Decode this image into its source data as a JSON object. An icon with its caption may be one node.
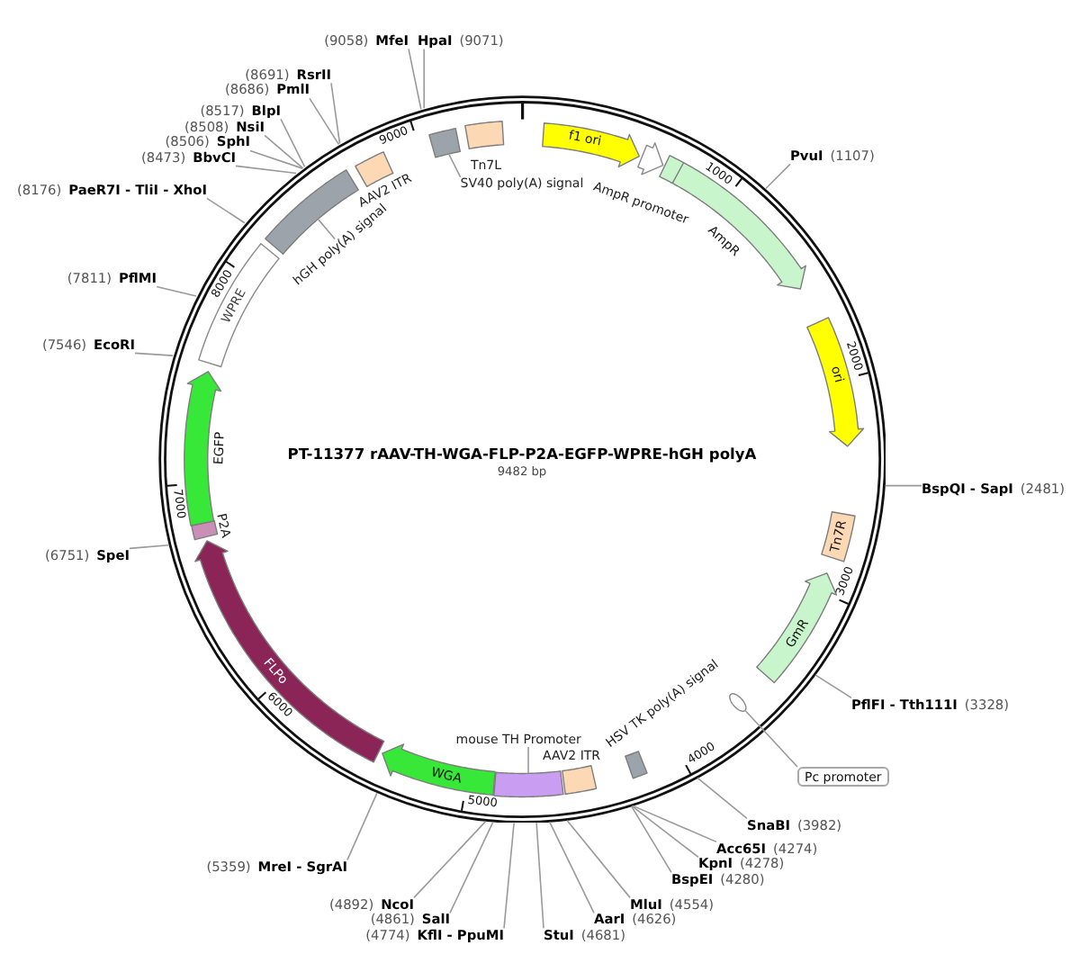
{
  "diagram": {
    "nodes": [
      {
        "text": [
          "PT-11377 rAAV-TH-WGA-FLP-P2A-EGFP-WPRE-hGH polyA",
          "9482 bp"
        ]
      },
      {
        "text": [
          "f1 ori"
        ],
        "in": 0
      },
      {
        "text": [],
        "shape": "arrow",
        "beside": [
          "AmpR promoter"
        ],
        "in": 0
      },
      {
        "text": [
          "AmpR"
        ],
        "in": 0
      },
      {
        "text": [
          "ori"
        ],
        "in": 0
      },
      {
        "text": [
          "Tn7R"
        ],
        "in": 0
      },
      {
        "text": [
          "GmR"
        ],
        "in": 0
      },
      {
        "text": [],
        "shape": "ellipse",
        "in": 0
      },
      {
        "text": [],
        "shape": "box",
        "beside": [
          "HSV TK poly(A) signal"
        ],
        "in": 0
      },
      {
        "text": [],
        "shape": "box",
        "beside": [
          "AAV2 ITR"
        ],
        "in": 0
      },
      {
        "text": [],
        "shape": "box",
        "in": 0
      },
      {
        "text": [
          "mouse TH Promoter"
        ],
        "in": 0
      },
      {
        "text": [
          "WGA"
        ],
        "in": 0
      },
      {
        "text": [
          "FLPo"
        ],
        "in": 0
      },
      {
        "text": [],
        "shape": "box",
        "beside": [
          "P2A"
        ],
        "in": 0
      },
      {
        "text": [
          "EGFP"
        ],
        "in": 0
      },
      {
        "text": [
          "WPRE"
        ],
        "in": 0
      },
      {
        "text": [],
        "shape": "box",
        "in": 0
      },
      {
        "text": [
          "hGH poly(A) signal"
        ],
        "in": 0
      },
      {
        "text": [],
        "shape": "box",
        "beside": [
          "AAV2 ITR"
        ],
        "in": 0
      },
      {
        "text": [],
        "shape": "box",
        "in": 0
      },
      {
        "text": [
          "SV40 poly(A) signal"
        ],
        "in": 0
      },
      {
        "text": [],
        "shape": "box",
        "beside": [
          "Tn7L"
        ],
        "in": 0
      },
      {
        "text": [
          "Pc promoter"
        ]
      },
      {
        "text": [
          "(9058)",
          "MfeI"
        ]
      },
      {
        "text": [
          "HpaI",
          "(9071)"
        ]
      },
      {
        "text": [
          "(8691)",
          "RsrII"
        ]
      },
      {
        "text": [
          "(8686)",
          "PmlI"
        ]
      },
      {
        "text": [
          "(8517)",
          "BlpI"
        ]
      },
      {
        "text": [
          "(8508)",
          "NsiI"
        ]
      },
      {
        "text": [
          "(8506)",
          "SphI"
        ]
      },
      {
        "text": [
          "(8473)",
          "BbvCI"
        ]
      },
      {
        "text": [
          "PvuI",
          "(1107)"
        ]
      },
      {
        "text": [
          "(8176)",
          "PaeR7I - TliI - XhoI"
        ]
      },
      {
        "text": [
          "(7811)",
          "PflMI"
        ]
      },
      {
        "text": [
          "(7546)",
          "EcoRI"
        ]
      },
      {
        "text": [
          "BspQI - SapI",
          "(2481)"
        ]
      },
      {
        "text": [
          "(6751)",
          "SpeI"
        ]
      },
      {
        "text": [
          "PflFI - Tth111I",
          "(3328)"
        ]
      },
      {
        "text": [
          "(5359)",
          "MreI - SgrAI"
        ]
      },
      {
        "text": [
          "SnaBI",
          "(3982)"
        ]
      },
      {
        "text": [
          "Acc65I",
          "(4274)"
        ]
      },
      {
        "text": [
          "KpnI",
          "(4278)"
        ]
      },
      {
        "text": [
          "BspEI",
          "(4280)"
        ]
      },
      {
        "text": [
          "(4892)",
          "NcoI"
        ]
      },
      {
        "text": [
          "MluI",
          "(4554)"
        ]
      },
      {
        "text": [
          "(4861)",
          "SalI"
        ]
      },
      {
        "text": [
          "AarI",
          "(4626)"
        ]
      },
      {
        "text": [
          "(4774)",
          "KflI - PpuMI"
        ]
      },
      {
        "text": [
          "StuI",
          "(4681)"
        ]
      }
    ],
    "edges": [
      {
        "from": 11,
        "to": 10,
        "arrow": "none"
      },
      {
        "from": 18,
        "to": 17,
        "arrow": "none"
      },
      {
        "from": 21,
        "to": 20,
        "arrow": "none"
      },
      {
        "from": 23,
        "to": 7,
        "arrow": "none"
      },
      {
        "from": 24,
        "to": 0,
        "arrow": "none"
      },
      {
        "from": 25,
        "to": 0,
        "arrow": "none"
      },
      {
        "from": 26,
        "to": 0,
        "arrow": "none"
      },
      {
        "from": 27,
        "to": 0,
        "arrow": "none"
      },
      {
        "from": 28,
        "to": 0,
        "arrow": "none"
      },
      {
        "from": 29,
        "to": 0,
        "arrow": "none"
      },
      {
        "from": 30,
        "to": 0,
        "arrow": "none"
      },
      {
        "from": 31,
        "to": 0,
        "arrow": "none"
      },
      {
        "from": 32,
        "to": 0,
        "arrow": "none"
      },
      {
        "from": 33,
        "to": 0,
        "arrow": "none"
      },
      {
        "from": 34,
        "to": 0,
        "arrow": "none"
      },
      {
        "from": 35,
        "to": 0,
        "arrow": "none"
      },
      {
        "from": 36,
        "to": 0,
        "arrow": "none"
      },
      {
        "from": 37,
        "to": 0,
        "arrow": "none"
      },
      {
        "from": 38,
        "to": 0,
        "arrow": "none"
      },
      {
        "from": 39,
        "to": 0,
        "arrow": "none"
      },
      {
        "from": 40,
        "to": 0,
        "arrow": "none"
      },
      {
        "from": 41,
        "to": 0,
        "arrow": "none"
      },
      {
        "from": 42,
        "to": 0,
        "arrow": "none"
      },
      {
        "from": 43,
        "to": 0,
        "arrow": "none"
      },
      {
        "from": 44,
        "to": 0,
        "arrow": "none"
      },
      {
        "from": 45,
        "to": 0,
        "arrow": "none"
      },
      {
        "from": 46,
        "to": 0,
        "arrow": "none"
      },
      {
        "from": 47,
        "to": 0,
        "arrow": "none"
      },
      {
        "from": 48,
        "to": 0,
        "arrow": "none"
      },
      {
        "from": 49,
        "to": 0,
        "arrow": "none"
      }
    ],
    "labels": [
      "1000",
      "2000",
      "3000",
      "4000",
      "5000",
      "6000",
      "7000",
      "8000",
      "9000"
    ]
  }
}
